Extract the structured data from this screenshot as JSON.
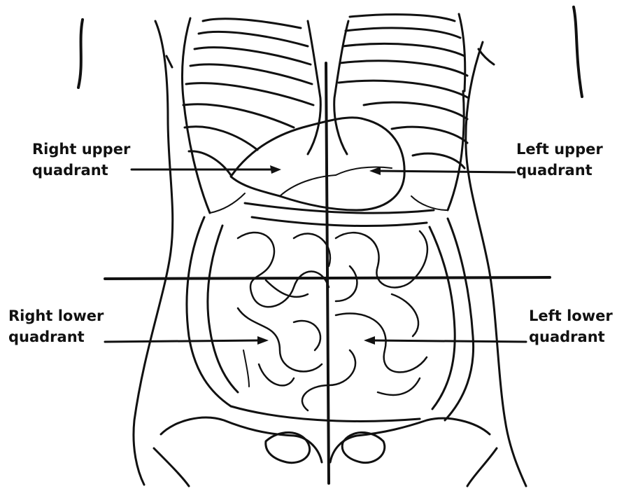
{
  "quadrants": {
    "right_upper": {
      "line1": "Right upper",
      "line2": "quadrant"
    },
    "left_upper": {
      "line1": "Left upper",
      "line2": "quadrant"
    },
    "right_lower": {
      "line1": "Right lower",
      "line2": "quadrant"
    },
    "left_lower": {
      "line1": "Left lower",
      "line2": "quadrant"
    }
  },
  "colors": {
    "ink": "#111111",
    "background": "#ffffff"
  }
}
